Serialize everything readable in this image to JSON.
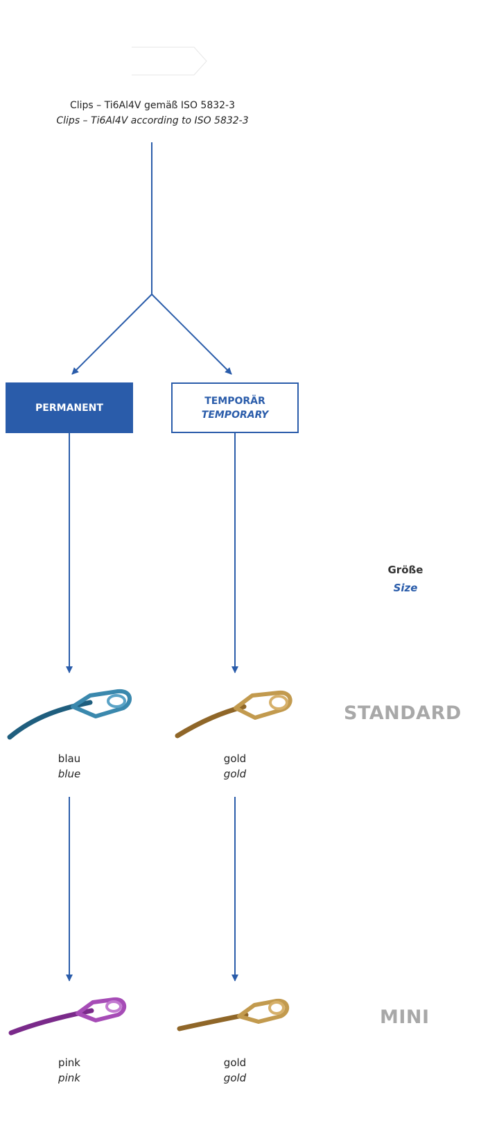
{
  "header": {
    "title_de": "Clips – Ti6Al4V gemäß ISO 5832-3",
    "title_en": "Clips – Ti6Al4V according to ISO 5832-3"
  },
  "categories": [
    {
      "label_de": "PERMANENT",
      "label_en": ""
    },
    {
      "label_de": "TEMPORÄR",
      "label_en": "TEMPORARY"
    }
  ],
  "size_header": {
    "label_de": "Größe",
    "label_en": "Size"
  },
  "sizes": [
    {
      "name": "STANDARD",
      "clips": [
        {
          "color_de": "blau",
          "color_en": "blue",
          "hex": "#2f7ea4"
        },
        {
          "color_de": "gold",
          "color_en": "gold",
          "hex": "#b88a3c"
        }
      ]
    },
    {
      "name": "MINI",
      "clips": [
        {
          "color_de": "pink",
          "color_en": "pink",
          "hex": "#9a3fa8"
        },
        {
          "color_de": "gold",
          "color_en": "gold",
          "hex": "#b88a3c"
        }
      ]
    }
  ],
  "colors": {
    "accent": "#2a5caa",
    "size_label": "#a8a8a8"
  }
}
